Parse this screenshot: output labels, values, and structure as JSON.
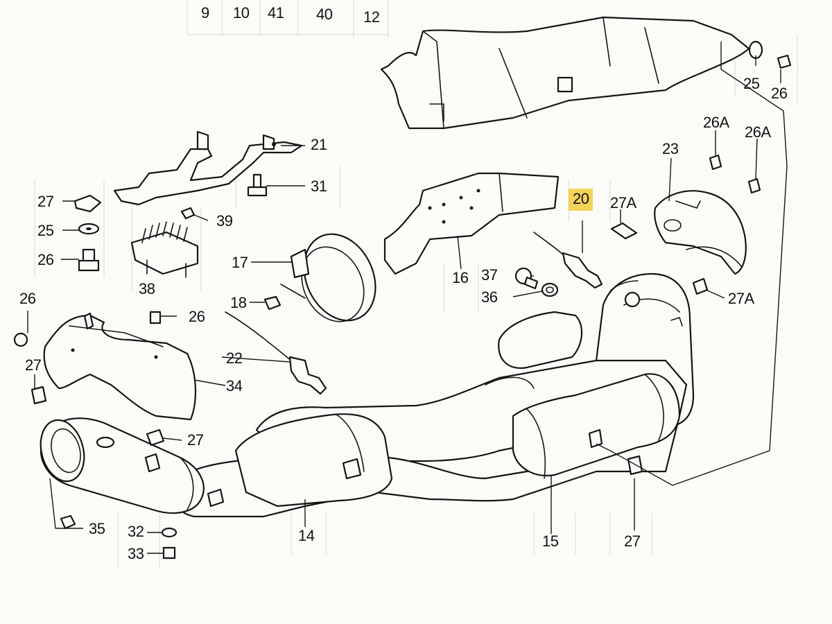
{
  "diagram": {
    "top_labels": [
      "9",
      "10",
      "41",
      "40",
      "12"
    ],
    "parts": {
      "p25_top": "25",
      "p26_top": "26",
      "p26a_1": "26A",
      "p26a_2": "26A",
      "p23": "23",
      "p21": "21",
      "p31": "31",
      "p27_left": "27",
      "p25_left": "25",
      "p26_left": "26",
      "p39": "39",
      "p38": "38",
      "p20": "20",
      "p27a_top": "27A",
      "p16": "16",
      "p17": "17",
      "p18": "18",
      "p37": "37",
      "p36": "36",
      "p27a_right": "27A",
      "p26_mid_left": "26",
      "p26_mid": "26",
      "p22": "22",
      "p34": "34",
      "p27_side": "27",
      "p27_bottom_left": "27",
      "p35": "35",
      "p32": "32",
      "p33": "33",
      "p14": "14",
      "p15": "15",
      "p27_bottom_right": "27"
    },
    "highlight_color": "#f3d35a",
    "line_color": "#141414"
  }
}
